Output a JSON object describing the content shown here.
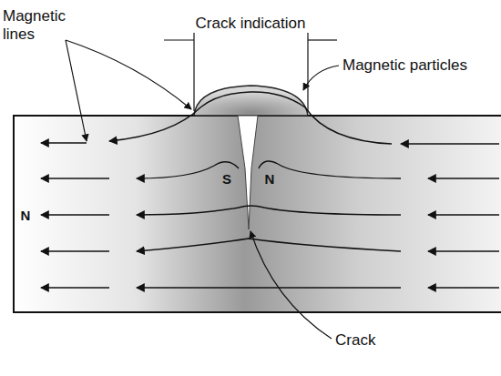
{
  "diagram": {
    "labels": [
      "Crack indication",
      "Magnetic particles",
      "Magnetic lines",
      "S",
      "N",
      "N",
      "Crack"
    ]
  }
}
